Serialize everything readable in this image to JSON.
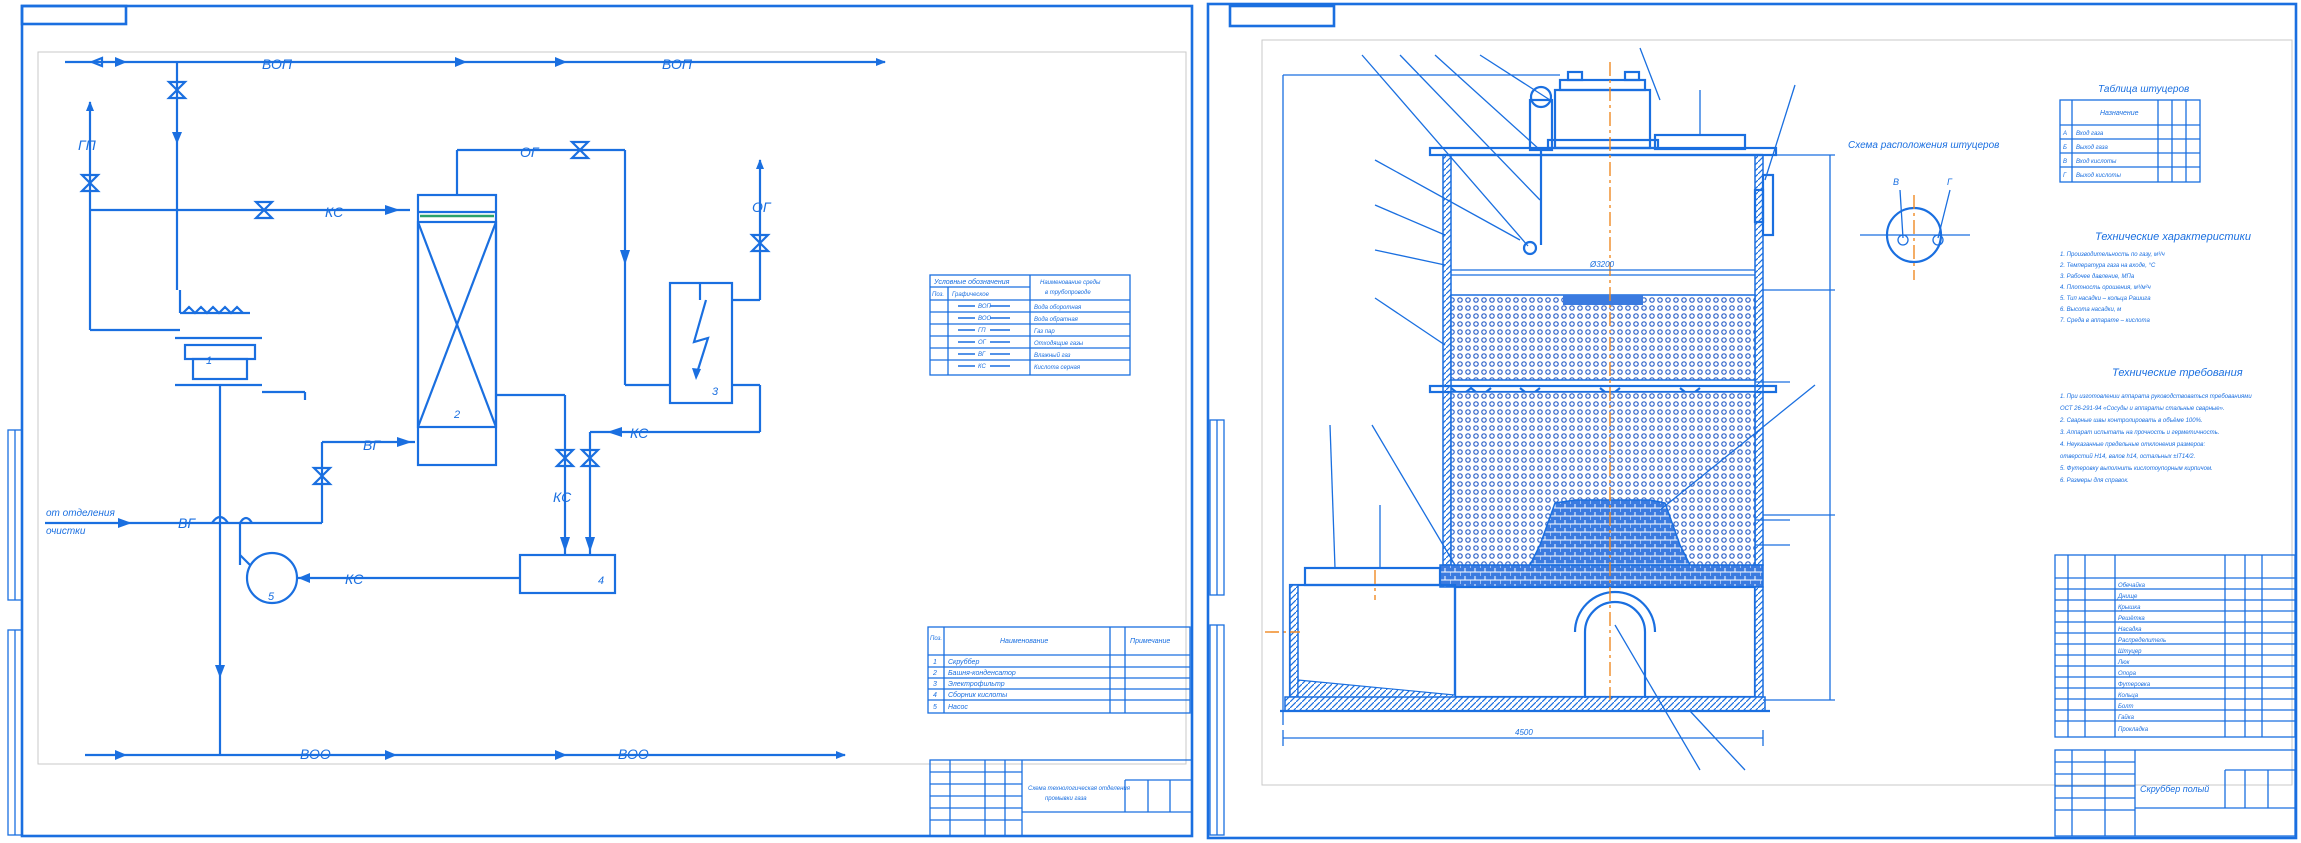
{
  "flow_labels": {
    "vop": "ВОП",
    "voo": "ВОО",
    "gp": "ГП",
    "og": "ОГ",
    "vg": "ВГ",
    "ks": "КС",
    "incoming_line1": "от отделения",
    "incoming_line2": "очистки"
  },
  "equipment_numbers": {
    "e1": "1",
    "e2": "2",
    "e3": "3",
    "e4": "4",
    "e5": "5"
  },
  "legend_table": {
    "header_title": "Условные обозначения",
    "col_num": "Поз.",
    "col_symbol": "Графическое",
    "col_name_line1": "Наименование среды",
    "col_name_line2": "в трубопроводе",
    "rows": [
      {
        "code": "ВОП",
        "name": "Вода оборотная"
      },
      {
        "code": "ВОО",
        "name": "Вода обратная"
      },
      {
        "code": "ГП",
        "name": "Газ пар"
      },
      {
        "code": "ОГ",
        "name": "Отходящие газы"
      },
      {
        "code": "ВГ",
        "name": "Влажный газ"
      },
      {
        "code": "КС",
        "name": "Кислота серная"
      }
    ]
  },
  "spec_table": {
    "col_pos": "Поз.",
    "col_name": "Наименование",
    "col_note": "Примечание",
    "rows": [
      {
        "pos": "1",
        "name": "Скруббер"
      },
      {
        "pos": "2",
        "name": "Башня-конденсатор"
      },
      {
        "pos": "3",
        "name": "Электрофильтр"
      },
      {
        "pos": "4",
        "name": "Сборник кислоты"
      },
      {
        "pos": "5",
        "name": "Насос"
      }
    ]
  },
  "title_block_left": {
    "line1": "Схема технологическая отделения",
    "line2": "промывки газа"
  },
  "right_sheet": {
    "nozzle_table_title": "Таблица штуцеров",
    "nozzle_table_col": "Назначение",
    "nozzle_rows": [
      {
        "id": "А",
        "name": "Вход газа"
      },
      {
        "id": "Б",
        "name": "Выход газа"
      },
      {
        "id": "В",
        "name": "Вход кислоты"
      },
      {
        "id": "Г",
        "name": "Выход кислоты"
      }
    ],
    "tech_char_title": "Технические характеристики",
    "tech_char_lines": [
      "1. Производительность по газу, м³/ч",
      "2. Температура газа на входе, °С",
      "3. Рабочее давление, МПа",
      "4. Плотность орошения, м³/м²ч",
      "5. Тип насадки – кольца Рашига",
      "6. Высота насадки, м",
      "7. Среда в аппарате – кислота"
    ],
    "tech_req_title": "Технические требования",
    "tech_req_lines": [
      "1. При изготовлении аппарата руководствоваться требованиями",
      "ОСТ 26-291-94 «Сосуды и аппараты стальные сварные».",
      "2. Сварные швы контролировать в объёме 100%.",
      "3. Аппарат испытать на прочность и герметичность.",
      "4. Неуказанные предельные отклонения размеров:",
      "отверстий Н14, валов h14, остальных ±IT14/2.",
      "5. Футеровку выполнить кислотоупорным кирпичом.",
      "6. Размеры для справок."
    ],
    "nozzle_scheme_title": "Схема расположения штуцеров",
    "nozzle_letter_v": "В",
    "nozzle_letter_g": "Г",
    "parts_rows": [
      "Обечайка",
      "Днище",
      "Крышка",
      "Решётка",
      "Насадка",
      "Распределитель",
      "Штуцер",
      "Люк",
      "Опора",
      "Футеровка",
      "Кольца",
      "Болт",
      "Гайка",
      "Прокладка"
    ],
    "title_block_text": "Скруббер полый",
    "dim_width_top": "Ø3200",
    "dim_width_bottom": "4500"
  },
  "colors": {
    "line": "#1a6fe0",
    "axis": "#f08a24",
    "fill": "#3b7be0"
  },
  "icons": [
    "valve-icon",
    "arrow-icon",
    "pump-icon",
    "lightning-icon"
  ]
}
